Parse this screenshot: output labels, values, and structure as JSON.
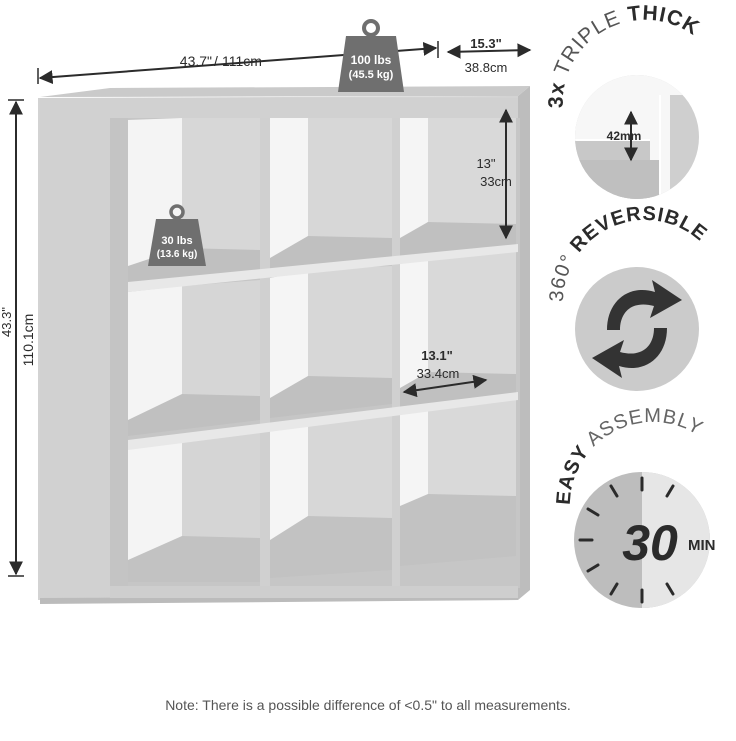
{
  "dimensions": {
    "width": {
      "in": "43.7\"",
      "cm": "111cm"
    },
    "depth": {
      "in": "15.3\"",
      "cm": "38.8cm"
    },
    "height": {
      "in": "43.3\"",
      "cm": "110.1cm"
    },
    "cube_height": {
      "in": "13\"",
      "cm": "33cm"
    },
    "cube_width": {
      "in": "13.1\"",
      "cm": "33.4cm"
    }
  },
  "weights": {
    "top": {
      "lbs": "100 lbs",
      "kg": "(45.5 kg)"
    },
    "shelf": {
      "lbs": "30 lbs",
      "kg": "(13.6 kg)"
    }
  },
  "features": {
    "thick": {
      "prefix": "3x",
      "light": "TRIPLE",
      "bold": "THICK",
      "value": "42mm"
    },
    "reversible": {
      "light": "360°",
      "bold": "REVERSIBLE"
    },
    "assembly": {
      "bold": "EASY",
      "light": "ASSEMBLY",
      "time": "30",
      "unit": "MIN"
    }
  },
  "note": "Note: There is a possible difference of <0.5\" to all measurements.",
  "colors": {
    "panel": "#d2d2d2",
    "panel_dark": "#b9b9b9",
    "back": "#c7c7c7",
    "inner_side": "#dedede",
    "shelf_top": "#c2c2c2",
    "ink": "#2b2b2b",
    "badge": "#6f6f6f",
    "circle": "#c9c9c9"
  }
}
